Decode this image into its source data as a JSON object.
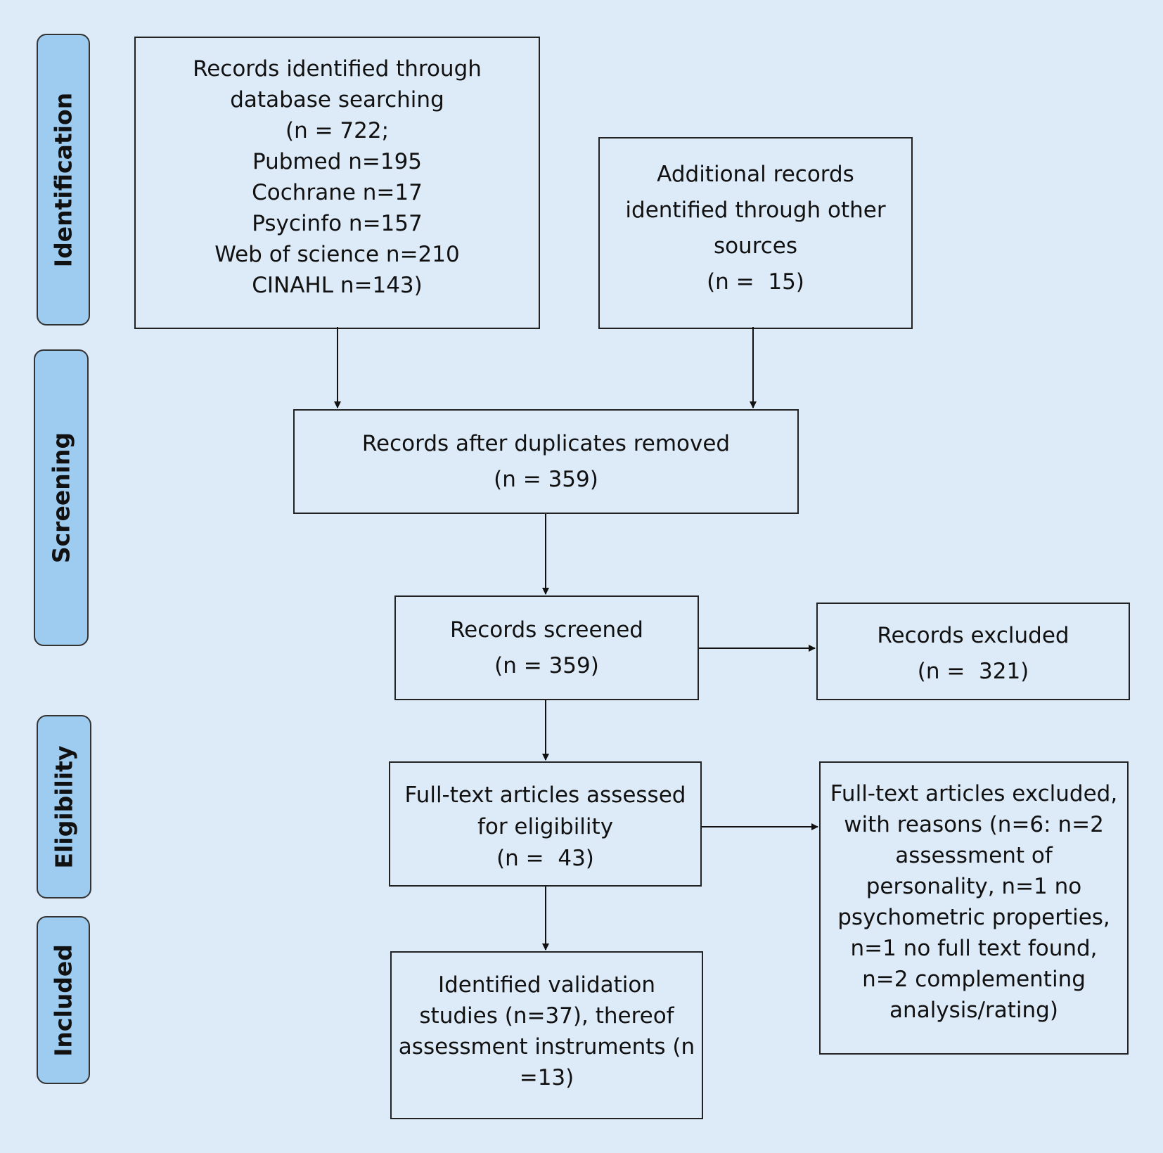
{
  "phases": {
    "identification": "Identification",
    "screening": "Screening",
    "eligibility": "Eligibility",
    "included": "Included"
  },
  "boxes": {
    "database_search": [
      "Records identified through",
      "database searching",
      "(n = 722;",
      "Pubmed n=195",
      "Cochrane n=17",
      "Psycinfo n=157",
      "Web of science n=210",
      "CINAHL n=143)"
    ],
    "other_sources": [
      "Additional records",
      "identified through other",
      "sources",
      "(n =  15)"
    ],
    "duplicates_removed": [
      "Records after duplicates removed",
      "(n = 359)"
    ],
    "records_screened": [
      "Records screened",
      "(n = 359)"
    ],
    "records_excluded": [
      "Records excluded",
      "(n =  321)"
    ],
    "fulltext_assessed": [
      "Full-text articles assessed",
      "for eligibility",
      "(n =  43)"
    ],
    "fulltext_excluded": [
      "Full-text articles excluded,",
      "with reasons (n=6: n=2",
      "assessment of",
      "personality, n=1 no",
      "psychometric properties,",
      "n=1 no full text found,",
      "n=2 complementing",
      "analysis/rating)"
    ],
    "included_studies": [
      "Identified validation",
      "studies (n=37), thereof",
      "assessment instruments (n",
      "=13)"
    ]
  }
}
